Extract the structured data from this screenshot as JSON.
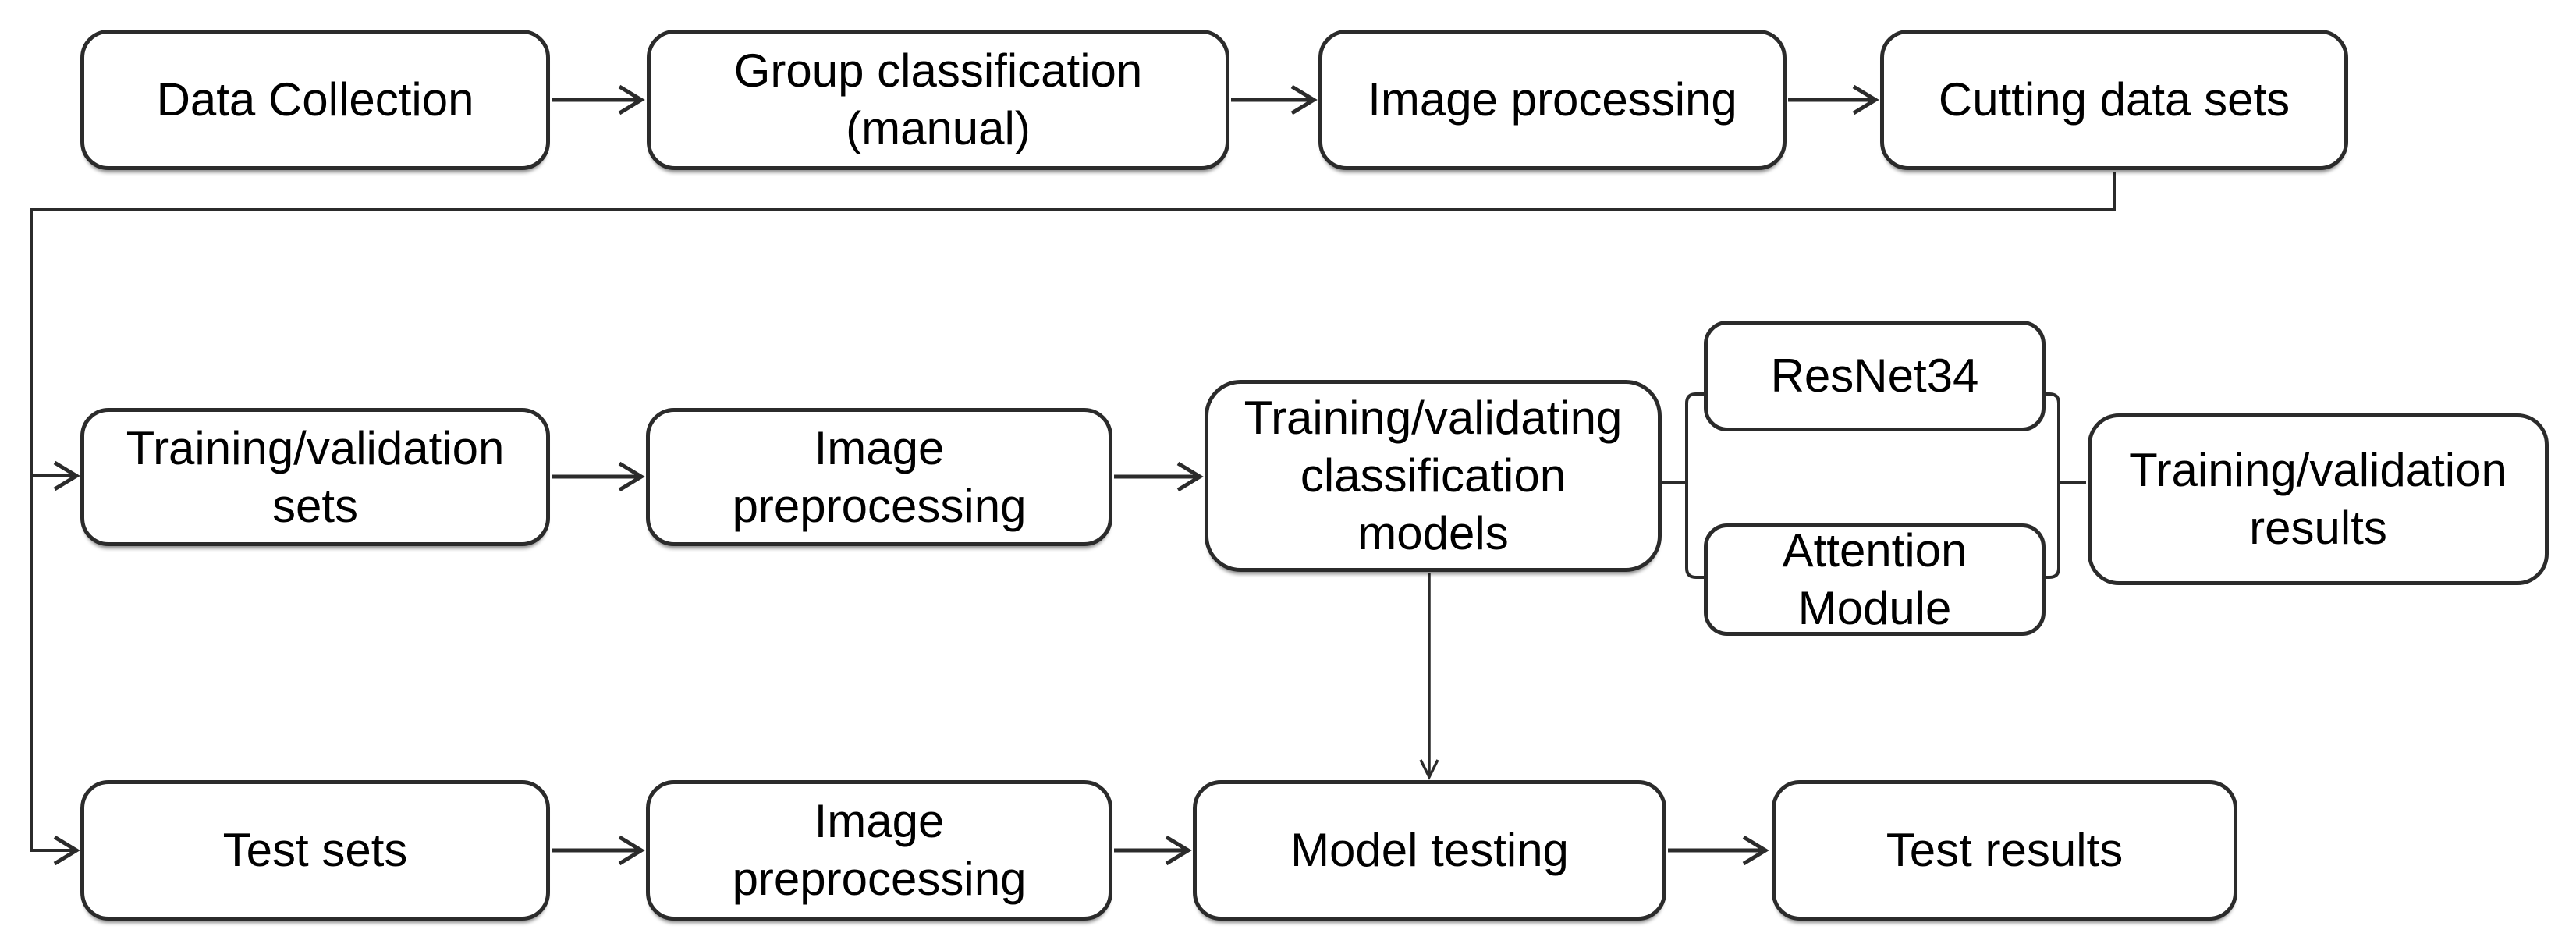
{
  "diagram": {
    "type": "flowchart",
    "background_color": "#ffffff",
    "line_color": "#2b2b2b",
    "text_color": "#000000",
    "nodes": {
      "data_collection": {
        "label": "Data Collection"
      },
      "group_classification": {
        "label": "Group classification\n(manual)"
      },
      "image_processing": {
        "label": "Image processing"
      },
      "cutting_data_sets": {
        "label": "Cutting data sets"
      },
      "training_validation_sets": {
        "label": "Training/validation\nsets"
      },
      "image_preprocessing_top": {
        "label": "Image\npreprocessing"
      },
      "models": {
        "label": "Training/validating\nclassification\nmodels"
      },
      "resnet34": {
        "label": "ResNet34"
      },
      "attention_module": {
        "label": "Attention\nModule"
      },
      "training_validation_results": {
        "label": "Training/validation\nresults"
      },
      "test_sets": {
        "label": "Test sets"
      },
      "image_preprocessing_bottom": {
        "label": "Image\npreprocessing"
      },
      "model_testing": {
        "label": "Model testing"
      },
      "test_results": {
        "label": "Test results"
      }
    },
    "edges": [
      {
        "from": "data_collection",
        "to": "group_classification"
      },
      {
        "from": "group_classification",
        "to": "image_processing"
      },
      {
        "from": "image_processing",
        "to": "cutting_data_sets"
      },
      {
        "from": "cutting_data_sets",
        "to": "training_validation_sets"
      },
      {
        "from": "cutting_data_sets",
        "to": "test_sets"
      },
      {
        "from": "training_validation_sets",
        "to": "image_preprocessing_top"
      },
      {
        "from": "image_preprocessing_top",
        "to": "models"
      },
      {
        "from": "models",
        "to": "resnet34_attention_module_bracket"
      },
      {
        "from": "resnet34_attention_module_bracket",
        "to": "training_validation_results"
      },
      {
        "from": "models",
        "to": "model_testing"
      },
      {
        "from": "test_sets",
        "to": "image_preprocessing_bottom"
      },
      {
        "from": "image_preprocessing_bottom",
        "to": "model_testing"
      },
      {
        "from": "model_testing",
        "to": "test_results"
      }
    ]
  }
}
